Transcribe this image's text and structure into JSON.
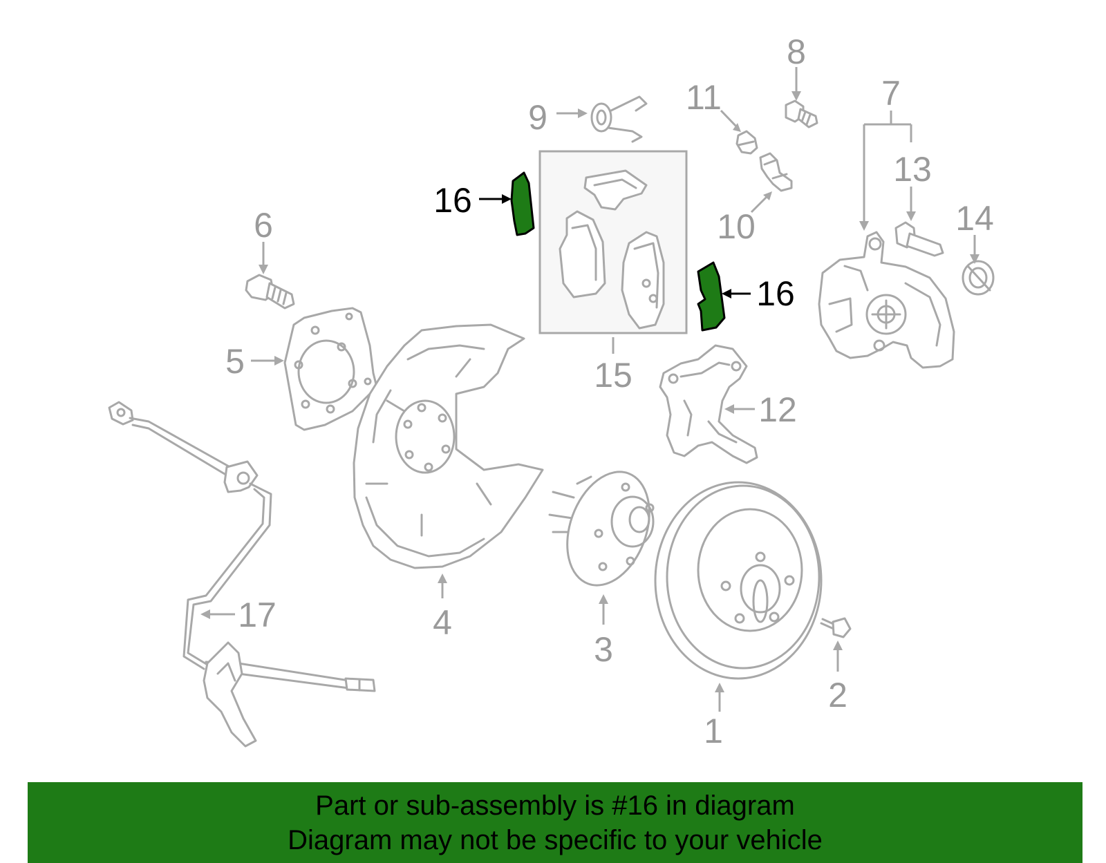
{
  "labels": {
    "p1": "1",
    "p2": "2",
    "p3": "3",
    "p4": "4",
    "p5": "5",
    "p6": "6",
    "p7": "7",
    "p8": "8",
    "p9": "9",
    "p10": "10",
    "p11": "11",
    "p12": "12",
    "p13": "13",
    "p14": "14",
    "p15": "15",
    "p16a": "16",
    "p16b": "16",
    "p17": "17"
  },
  "highlight": {
    "part_number": "16",
    "color": "#1e7b16"
  },
  "banner": {
    "line1": "Part or sub-assembly is #16 in diagram",
    "line2": "Diagram may not be specific to your vehicle",
    "background": "#1e7b16"
  }
}
